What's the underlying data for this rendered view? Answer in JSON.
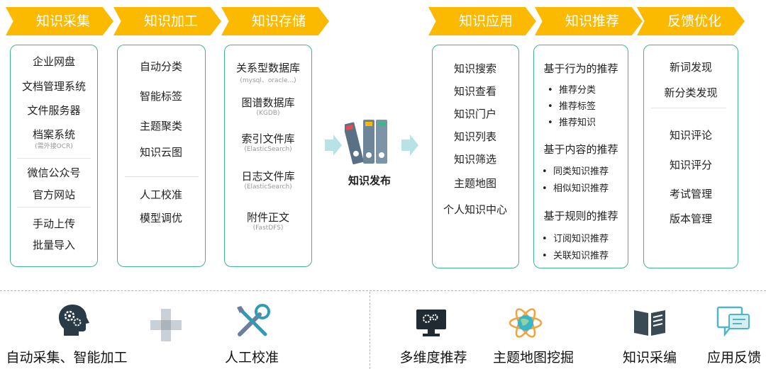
{
  "stages": [
    "知识采集",
    "知识加工",
    "知识存储",
    "知识应用",
    "知识推荐",
    "反馈优化"
  ],
  "collection": {
    "items": [
      "企业网盘",
      "文档管理系统",
      "文件服务器",
      "档案系统",
      "微信公众号",
      "官方网站",
      "手动上传",
      "批量导入"
    ],
    "archive_note": "(需外接OCR)"
  },
  "processing": {
    "items": [
      "自动分类",
      "智能标签",
      "主题聚类",
      "知识云图",
      "人工校准",
      "模型调优"
    ]
  },
  "storage": {
    "items": [
      {
        "name": "关系型数据库",
        "note": "(mysql、oracle...)"
      },
      {
        "name": "图谱数据库",
        "note": "(KGDB)"
      },
      {
        "name": "索引文件库",
        "note": "(ElasticSearch)"
      },
      {
        "name": "日志文件库",
        "note": "(ElasticSearch)"
      },
      {
        "name": "附件正文",
        "note": "(FastDFS)"
      }
    ]
  },
  "publish_label": "知识发布",
  "application": {
    "items": [
      "知识搜索",
      "知识查看",
      "知识门户",
      "知识列表",
      "知识筛选",
      "主题地图",
      "个人知识中心"
    ]
  },
  "recommend": {
    "groups": [
      {
        "title": "基于行为的推荐",
        "items": [
          "推荐分类",
          "推荐标签",
          "推荐知识"
        ]
      },
      {
        "title": "基于内容的推荐",
        "items": [
          "同类知识推荐",
          "相似知识推荐"
        ]
      },
      {
        "title": "基于规则的推荐",
        "items": [
          "订阅知识推荐",
          "关联知识推荐"
        ]
      }
    ]
  },
  "feedback": {
    "items": [
      "新词发现",
      "新分类发现",
      "知识评论",
      "知识评分",
      "考试管理",
      "版本管理"
    ]
  },
  "bottom": {
    "labels": [
      "自动采集、智能加工",
      "人工校准",
      "多维度推荐",
      "主题地图挖掘",
      "知识采编",
      "应用反馈"
    ],
    "icons": [
      "brain-gear-icon",
      "plus-icon",
      "tools-icon",
      "monitor-gear-icon",
      "atom-globe-icon",
      "book-icon",
      "chat-screen-icon"
    ]
  },
  "colors": {
    "accent": "#fbb900",
    "border": "#3fb68a",
    "icon": "#2a3b47",
    "light": "#8ecfd6"
  }
}
